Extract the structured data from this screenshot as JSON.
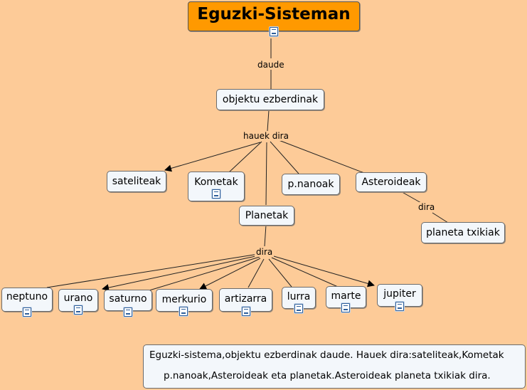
{
  "root": {
    "label": "Eguzki-Sisteman"
  },
  "links": {
    "daude": "daude",
    "hauek_dira": "hauek dira",
    "dira_asteroid": "dira",
    "dira_planets": "dira"
  },
  "nodes": {
    "objektu": "objektu ezberdinak",
    "sateliteak": "sateliteak",
    "kometak": "Kometak",
    "pnanoak": "p.nanoak",
    "asteroideak": "Asteroideak",
    "planetak": "Planetak",
    "planeta_txikiak": "planeta txikiak",
    "neptuno": "neptuno",
    "urano": "urano",
    "saturno": "saturno",
    "merkurio": "merkurio",
    "artizarra": "artizarra",
    "lurra": "lurra",
    "marte": "marte",
    "jupiter": "jupiter"
  },
  "note": {
    "line1": "Eguzki-sistema,objektu ezberdinak daude. Hauek dira:sateliteak,Kometak",
    "line2": "p.nanoak,Asteroideak eta planetak.Asteroideak planeta txikiak dira."
  },
  "icons": {
    "attachment": "document-icon"
  },
  "colors": {
    "background": "#fdcb98",
    "root": "#ff9900",
    "node": "#f3f7fb"
  }
}
